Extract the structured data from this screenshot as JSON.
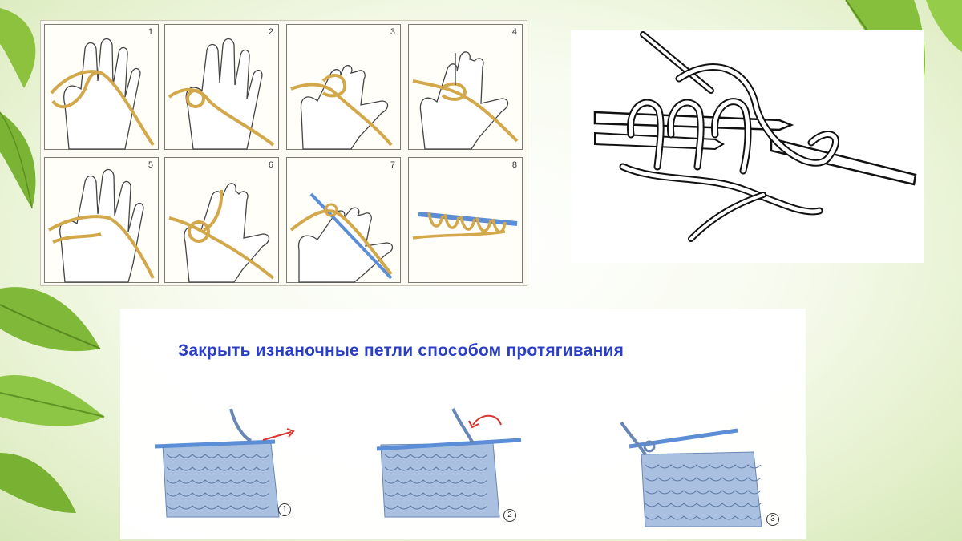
{
  "heading": "Закрыть изнаночные петли способом протягивания",
  "cast_on_steps": [
    "1",
    "2",
    "3",
    "4",
    "5",
    "6",
    "7",
    "8"
  ],
  "bind_off_steps": [
    "1",
    "2",
    "3"
  ],
  "colors": {
    "yarn": "#d3a84a",
    "heading": "#2a3fc4",
    "knit_blue": "#a9c0e0",
    "needle_blue": "#5b8ed6",
    "arrow_red": "#d8342c",
    "leaf_green": "#7fb53a"
  },
  "icons": [
    "leaf-icon",
    "hand-icon",
    "needle-icon",
    "arrow-icon"
  ]
}
